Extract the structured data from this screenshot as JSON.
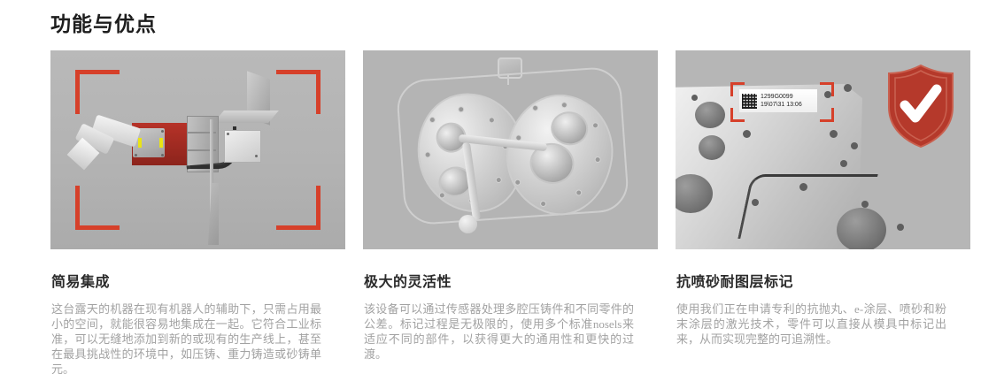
{
  "section": {
    "title": "功能与优点"
  },
  "cards": [
    {
      "id": "easy-integration",
      "title": "简易集成",
      "body": "这台露天的机器在现有机器人的辅助下，只需占用最小的空间，就能很容易地集成在一起。它符合工业标准，可以无缝地添加到新的或现有的生产线上，甚至在最具挑战性的环境中，如压铸、重力铸造或砂铸单元。",
      "image_alt": "整合式激光打标机与机器人手臂",
      "overlay": "viewfinder-brackets"
    },
    {
      "id": "great-flexibility",
      "title": "极大的灵活性",
      "body": "该设备可以通过传感器处理多腔压铸件和不同零件的公差。标记过程是无极限的，使用多个标准nosels来适应不同的部件，以获得更大的通用性和更快的过渡。",
      "image_alt": "多腔压铸件毛坯",
      "overlay": "none"
    },
    {
      "id": "blast-resistant-marking",
      "title": "抗喷砂耐图层标记",
      "body": "使用我们正在申请专利的抗抛丸、e-涂层、喷砂和粉末涂层的激光技术，零件可以直接从模具中标记出来，从而实现完整的可追溯性。",
      "image_alt": "带激光标记标签的铸件",
      "overlay": "shield-check",
      "marking_label": {
        "code_line": "1299G0099",
        "date_line": "19\\07\\31 13:06",
        "symbol": "datamatrix-code"
      }
    }
  ],
  "colors": {
    "accent_red": "#d6402a",
    "shield_red": "#b5392b",
    "shield_outline": "#c95544",
    "image_background": "#b4b4b4",
    "title_text": "#1d1d1d",
    "body_text": "#a2a2a2",
    "page_background": "#ffffff"
  }
}
